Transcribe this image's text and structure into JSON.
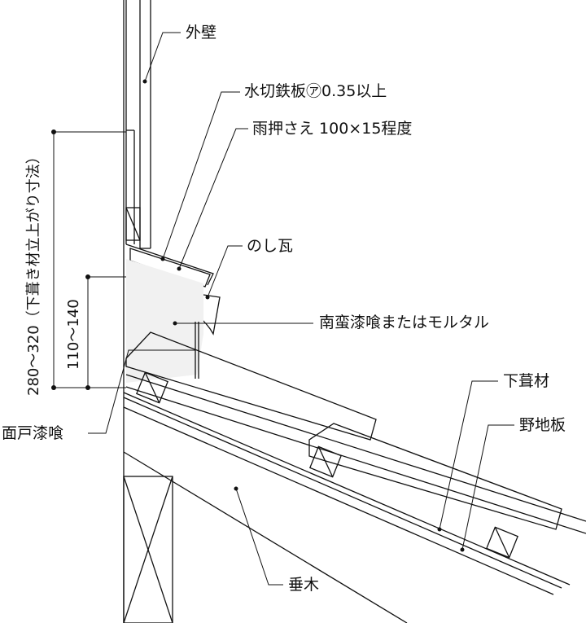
{
  "labels": {
    "outer_wall": "外壁",
    "flashing": "水切鉄板㋐0.35以上",
    "rain_cover": "雨押さえ 100×15程度",
    "noshi_tile": "のし瓦",
    "plaster_mortar": "南蛮漆喰またはモルタル",
    "underlayment": "下葺材",
    "sheathing": "野地板",
    "menDo_plaster": "面戸漆喰",
    "rafter": "垂木"
  },
  "dimensions": {
    "underlay_rise": "280～320（下葺き材立上がり寸法）",
    "plaster_height": "110～140"
  }
}
